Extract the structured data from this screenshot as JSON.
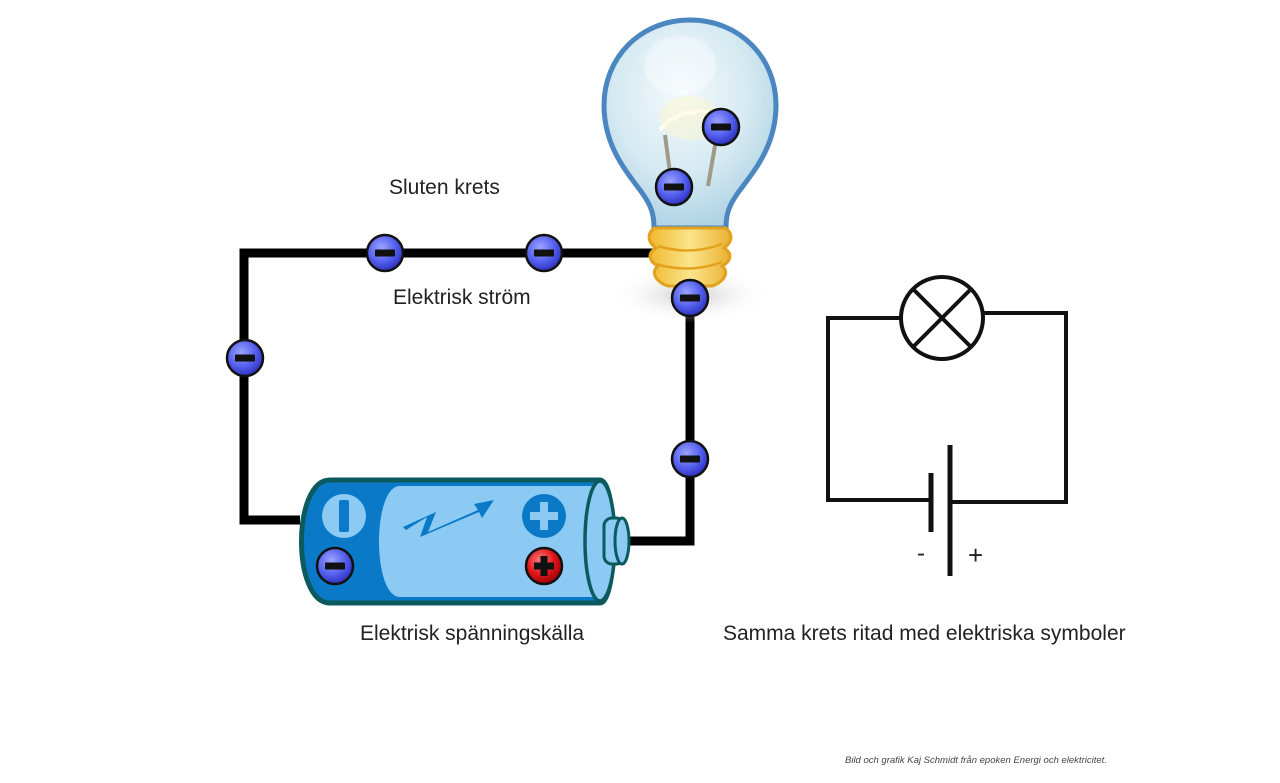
{
  "labels": {
    "closed_circuit": "Sluten krets",
    "current": "Elektrisk ström",
    "voltage_source": "Elektrisk spänningskälla",
    "schematic_caption": "Samma krets ritad med elektriska symboler"
  },
  "schematic": {
    "minus_sign": "-",
    "plus_sign": "+"
  },
  "credit": "Bild och grafik Kaj Schmidt från epoken Energi och elektricitet.",
  "colors": {
    "wire": "#000000",
    "electron_fill": "#5560ee",
    "battery_dark": "#0a7ac8",
    "battery_light": "#8ccaf4",
    "battery_outline": "#0b5a5e",
    "positive_terminal": "#e0141a",
    "bulb_glass": "#d6eaf2",
    "bulb_outline": "#4a86c0",
    "bulb_base": "#f5d35a"
  }
}
